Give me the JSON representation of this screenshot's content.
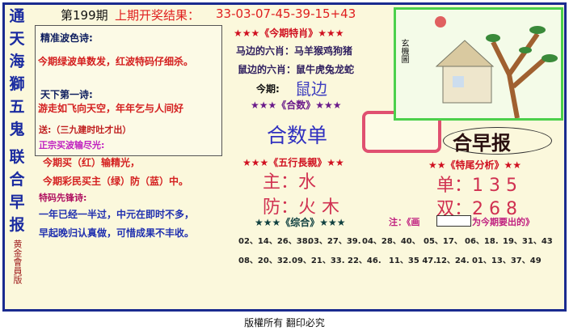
{
  "side": {
    "chars": [
      "通",
      "天",
      "海",
      "獅",
      "五",
      "鬼",
      "联",
      "合",
      "早",
      "报"
    ],
    "sub": "黄金會員版"
  },
  "header": {
    "issue": "第199期",
    "result_label": "上期开奖结果：",
    "result": "33-03-07-45-39-15+43"
  },
  "poem1": {
    "title": "精准波色诗:",
    "line": "今期绿波单数发，红波特码仔细杀。"
  },
  "poem2": {
    "title": "天下第一诗:",
    "line": "游走如飞向天空，年年乞与人间好"
  },
  "poem3": {
    "hint": "送:（三九建时吐才出）",
    "title": "正宗买波输尽光:",
    "l1": "今期买（红）输精光，",
    "l2": "今期彩民买主（绿）防（蓝）中。"
  },
  "poem4": {
    "title": "特码先锋诗:",
    "l1": "一年已经一半过，中元在即时不多，",
    "l2": "早起晚归认真做，可惜成果不丰收。"
  },
  "zodiac": {
    "title": "★★★《今期特肖》★★★",
    "horse": "马边的六肖：马羊猴鸡狗猪",
    "rat": "鼠边的六肖：鼠牛虎兔龙蛇",
    "this_label": "今期:",
    "this_value": "鼠边"
  },
  "heshu": {
    "title": "★★★《合数》★★★",
    "value": "合数单"
  },
  "wuxing": {
    "title": "★★★《五行長親》★★",
    "main": "主：水",
    "guard": "防：火 木"
  },
  "tail": {
    "title": "★★《特尾分析》★★",
    "odd": "单：1 3 5",
    "even": "双：2 6 8"
  },
  "brand": "合早报",
  "pic_label": "玄機圖",
  "combo": {
    "title": "★★★《综合》★★★",
    "note": "注：《画",
    "note2": "为今期要出的》",
    "row1": [
      "02、14、26、38.",
      "03、27、39.",
      "04、28、40、",
      "05、17、",
      "06、18.",
      "19、31、43"
    ],
    "row2": [
      "08、20、32.",
      "09、21、33.",
      "22、46.",
      "11、35 47.",
      "12、24.",
      "01、13、37、49"
    ]
  },
  "footer": "版權所有  翻印必究"
}
